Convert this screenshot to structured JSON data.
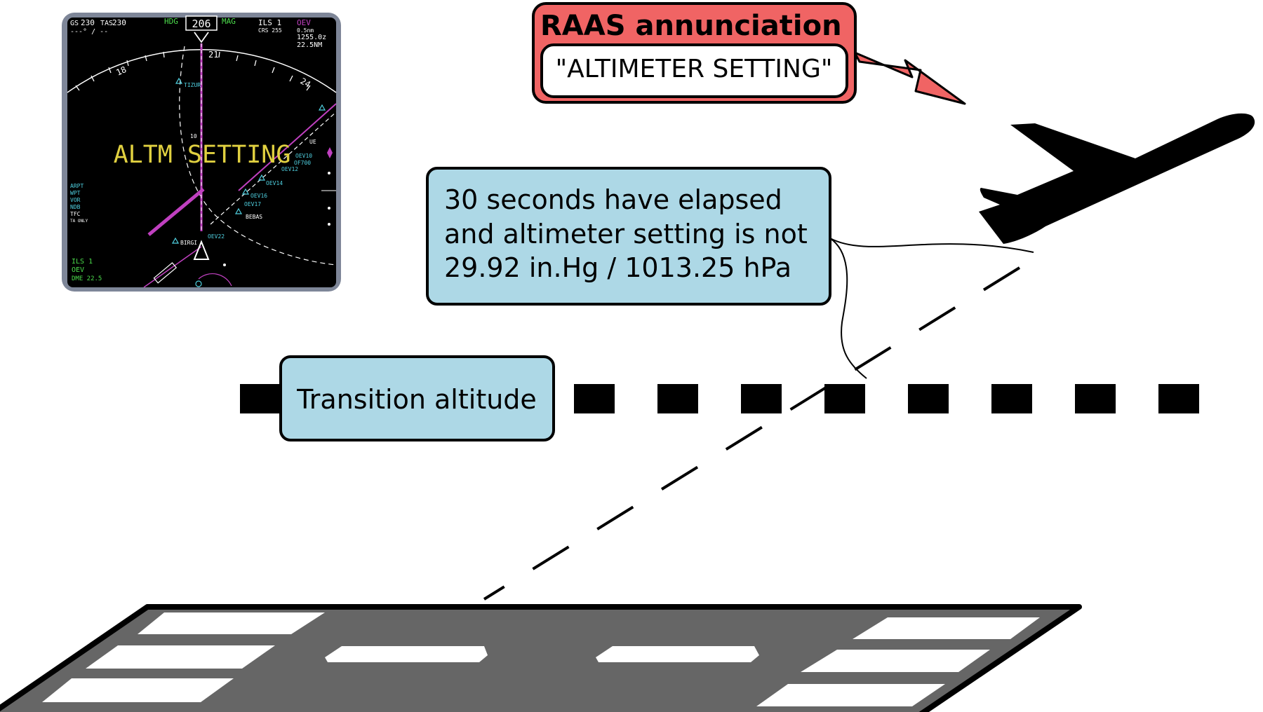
{
  "raas_box": {
    "title": "RAAS annunciation",
    "message": "\"ALTIMETER SETTING\""
  },
  "condition_box": {
    "lines": [
      "30 seconds have elapsed",
      "and altimeter setting is not",
      "29.92 in.Hg / 1013.25 hPa"
    ]
  },
  "transition_box": {
    "label": "Transition altitude"
  },
  "nav_display": {
    "gs_label": "GS",
    "gs_value": "230",
    "tas_label": "TAS",
    "tas_value": "230",
    "wind": "---° / --",
    "hdg_label": "HDG",
    "heading": "206",
    "mag_label": "MAG",
    "ils_label": "ILS 1",
    "ils_crs": "CRS 255",
    "wpt_name": "OEV",
    "wpt_dist": "0.5nm",
    "wpt_time": "1255.0z",
    "wpt_range": "22.5NM",
    "alert_text": "ALTM SETTING",
    "compass_labels": [
      "18",
      "21",
      "24"
    ],
    "left_legend": [
      "ARPT",
      "WPT",
      "VOR",
      "NDB",
      "TFC",
      "TA ONLY"
    ],
    "bottom_left": [
      "ILS 1",
      "OEV",
      "DME 22.5"
    ],
    "waypoints": [
      "TIZUR",
      "OEV10",
      "OF700",
      "OEV12",
      "OEV14",
      "OEV16",
      "OEV17",
      "BEBAS",
      "BIRGI",
      "OEV22",
      "UE",
      "10"
    ],
    "colors": {
      "green": "#4cdc4c",
      "cyan": "#4fd0e0",
      "magenta": "#c040c0",
      "yellow": "#e0d040",
      "white": "#ffffff"
    }
  },
  "colors": {
    "raas_fill": "#f06464",
    "info_fill": "#add8e6",
    "runway": "#666666",
    "aircraft": "#000000"
  }
}
